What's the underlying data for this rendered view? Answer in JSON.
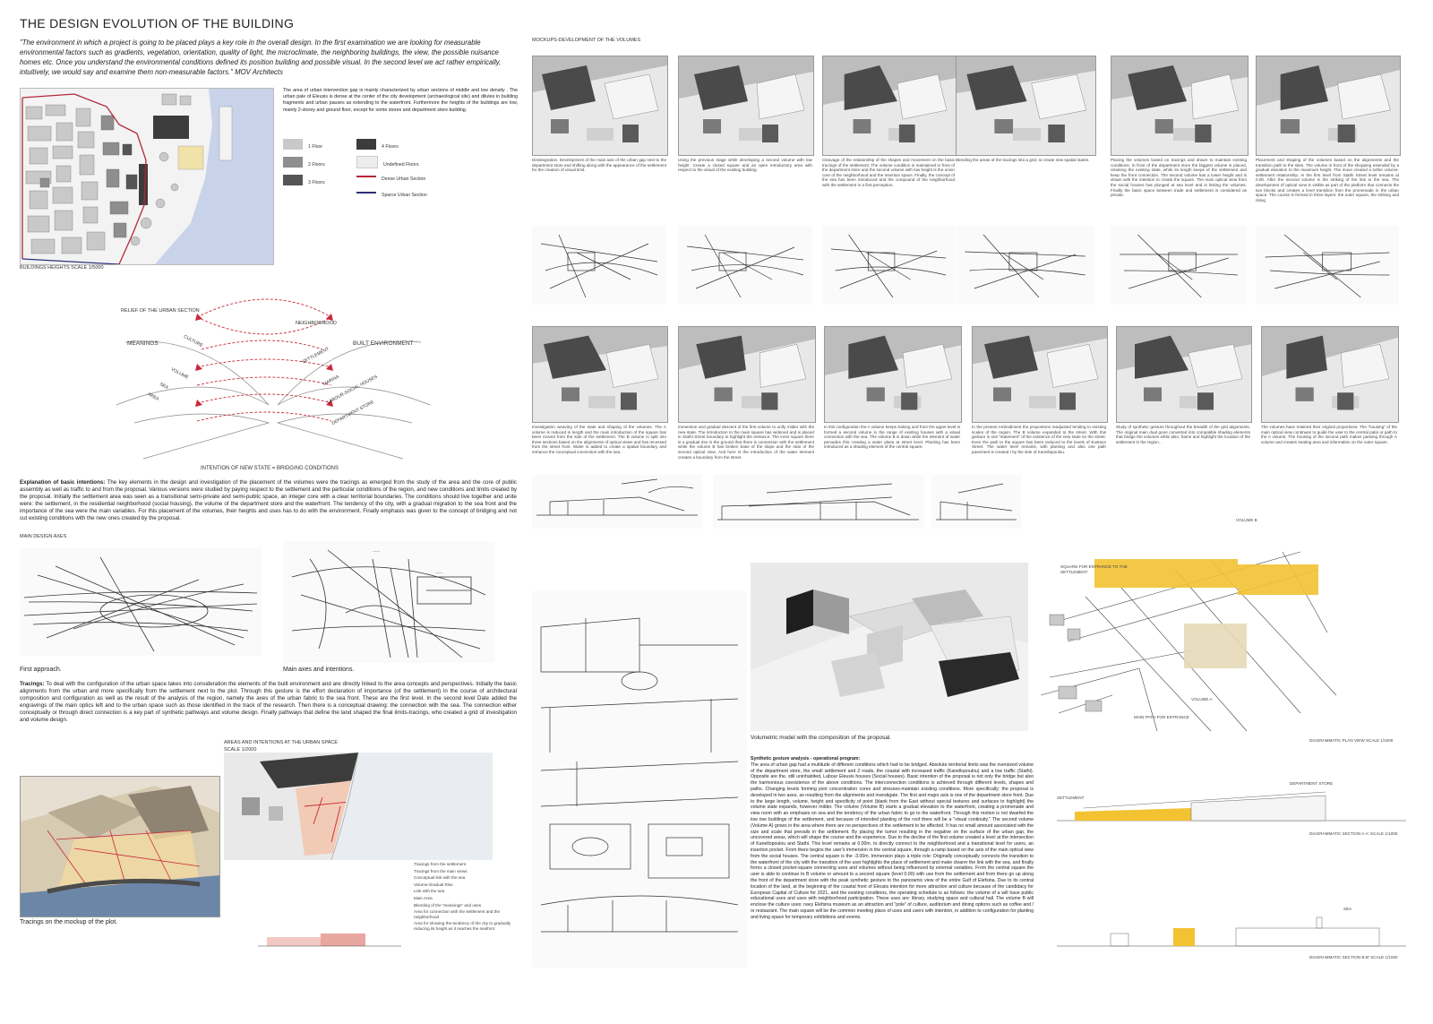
{
  "page": {
    "title": "THE DESIGN EVOLUTION OF THE BUILDING",
    "quote": "\"The environment in which  a project is going to be placed plays a key role in the overall design. In the first examination we are looking for measurable environmental factors such as gradients, vegetation, orientation, quality of light, the microclimate, the neighboring buildings, the view, the possible nuisance homes etc. Once you understand the environmental conditions defined its position building and possible visual. In the second level we act rather empirically, intuitively, we would say and examine them non-measurable factors.\" MOV Architects"
  },
  "heights": {
    "intro": "The area of urban intervention gap is mainly characterized by urban sections of middle and low density . The urban pale of Eleusis is dense at the center of the city development (archaeological site) and dilutes in building fragments and urban pauses as extending to the waterfront. Furthermore the heights of the buildings are low, mainly 2-storey and ground floor, except for some stores and department store building.",
    "legend": [
      {
        "label": "1 Floor",
        "color": "#c9c9c9"
      },
      {
        "label": "4 Floors",
        "color": "#3c3c3c"
      },
      {
        "label": "2 Floors",
        "color": "#8e8e8e"
      },
      {
        "label": "Undefined Floors",
        "color": "#ececec"
      },
      {
        "label": "3 Floors",
        "color": "#555555"
      },
      {
        "label": "Dense Urban Section",
        "color": "#b5283a"
      },
      {
        "label": "Sparce Urban Section",
        "color": "#2f2f7a"
      }
    ],
    "caption": "BUILDINGS HEIGHTS SCALE 1/5000"
  },
  "diagram": {
    "left_top": "RELIEF OF THE URBAN SECTION",
    "right_top": "NEIGHBORHOOD",
    "left_mid": "MEANINGS",
    "right_mid": "BUILT ENVIRONMENT",
    "left_items": [
      "CULTURE",
      "VOLUME",
      "SEA",
      "AREA"
    ],
    "right_items": [
      "SETTLEMENT",
      "MARINA",
      "LABOUR-SOCIAL HOUSES",
      "DEPARTMENT STORE"
    ],
    "bottom": "INTENTION OF NEW STATE = BRIDGING CONDITIONS"
  },
  "explanation": {
    "heading": "Explanation of basic intentions:",
    "text": " The key elements in the design and investigation of the placement of the volumes were the tracings as emerged from the study of the area and the core of public assembly as well as traffic to and from the proposal.  Various versions were studied by paying respect to the settlement and the particular conditions of the region, and new conditions and limits created by the proposal. Initially the settlement area was seen as a transitional semi-private and semi-public space, an integer core with a clear territorial boundaries. The conditions should live together and unite were: the settlement, in the residential neighborhood (social housing), the volume of the department store and the waterfront. The tendency of the city, with a gradual migration to the sea front and the importance of the sea were the main variables. For this placement of the volumes, their heights and uses has to do with the environment. Finally emphasis was given to the concept of bridging and not cut existing conditions with the new ones created by the proposal."
  },
  "axes": {
    "heading": "MAIN DESIGN AXES",
    "first": "First approach.",
    "second": "Main axes and intentions."
  },
  "tracings": {
    "heading": "Tracings:",
    "text": " To deal with the configuration of the urban space takes into consideration the elements of the built environment and are directly linked to the area concepts and perspectives. Initially the basic alignments from the urban and more specifically from the settlement next to the plot. Through this gesture is the effort declaration of importance (of the settlement) in the course of architectural composition and configuration as well as the result of the analysis of the region, namely the axes of the urban fabric to the sea front. These are the first level. In the second level Date added the engravings of the main optics left and to the urban space such as those identified in the track of the research. Then there is a conceptual drawing: the connection with the sea. The connection either conceptually or through direct connection is a key part of synthetic pathways and volume design. Finally pathways that define the land shaped the final limits-tracings, who created a grid of investigation and volume design."
  },
  "urban": {
    "heading": "AREAS AND INTENTIONS AT THE URBAN SPACE",
    "scale": "SCALE 1/2000",
    "mockup_caption": "Tracings on the mockup of the plot.",
    "legend": [
      "Tracings from the settlement",
      "Tracings from the main views",
      "Conceptual link with the sea",
      "Volume-Gradual Rise",
      "Link with the sea",
      "Main Area",
      "Blending of the \"meanings\" and uses",
      "Area for connection with the settlement and the neighborhood",
      "Area for showing the tendency of the city to gradually reducing its height as it reaches the seafront"
    ]
  },
  "mockups": {
    "heading": "MOCKUPS-DEVELOPMENT OF THE VOLUMES",
    "row1": [
      "Disintegration. Development of the main axis of the urban gap next to the department store and shifting along with the appearance of the settlement for the creation of visual limit.",
      "Using the previous stage while developing a second volume with low height. Create a closed square and an open introductory area with respect to the visual of the existing building.",
      "Cleavage of the relationship of the shapes and movement on the basic tracings of the settlement. The volume condition is maintained in front of the department store and the second volume with low height is the union core of the neighborhood and the insertion space. Finally, the concept of the sea has been introduced and the compound of the neighborhood with the settlement in a first perception.",
      "Blending the areas of the tracings into a grid, to create new spatial states.",
      "Placing the volumes based on tracings and drawn to maintain existing conditions. In front of the department store the biggest volume is placed, retaining the existing state, while its length keeps of the settlement and keep the front connection. The second volume has a lower height and is drawn with the intention to create the square. The main optical view from the social houses has plunged at sea level and is linking the volumes. Finally the basic space between trade and settlement is considered as private.",
      "Placement and shaping of the volumes based on the alignments and the transition path to the sites. The volume in front of the shopping extended by a gradual elevation to the maximum height. The move created a softer volume-settlement relationship. In the first level from Stathi Street level remains at 0.00. After the second volume is the striking of the link to the sea. The development of optical view is visible as part of the platform that connects the two blocks and creates a level transition from the promenade in the urban space. The course is formed in three layers: the outer square, the striking and rising"
    ],
    "row2": [
      "Investigation weaving of the state and shaping of the volumes. The A volume is reduced in length and the main introduction of the square has been moved from the side of the settlement. The B volume is split into three sections based on the alignments of optical views and has recessed from the street front.  Water is added to create a spatial boundary and enhance the conceptual connection with the sea.",
      "Immersion and gradual descent of the first volume to unify milder with the new state. The introduction to the main square has widened and is placed in Stathi Street boundary to highlight the entrance. The inner square there is a gradual rise in the ground that there is connection with the settlement while the volume B has broken base of the slope and the ratio of the second optical view. And here is the introduction of the water element creates a boundary from the street.",
      "In this configuration the A volume keeps sinking and from the upper level is formed a second volume in the range of existing houses with a visual connection with the sea. The volume B is down while the element of water pervades this creating a water plaza at street level. Planting has been introduced as a shading element of the central square.",
      "In the present embodiment the proportions readjusted tending to existing scales of the region. The B volume expanded to the street. With this gesture is one \"statement\" of the existence of the new state on the street. Even the path to the square has been reduced to the levels of Eustace Street. The water level remains, with planting and also one path pavement is created t by the side of Kanellopoulou.",
      "Study of synthetic gesture throughout the breadth of the grid alignments. The original main dual gone converted into compatible shading elements that bridge the volumes while also, frame and highlight the location of the settlement in the region. .",
      "The volumes have retained their original proportions. The \"housing\" of the main optical view continues to guide the user to the central patio or path to the A volume. The housing of the second path makes passing through A volume and creates seating area and information on the outer square."
    ]
  },
  "model": {
    "caption": "Volumetric model with the composition of the proposal."
  },
  "plan": {
    "scale": "DIAGRAMMATIC PLAN VIEW SCALE 1/1000",
    "labels": [
      "VOLUME A",
      "VOLUME B",
      "MAIN PATH FOR ENTRANCE",
      "SQUARE FOR ENTRANCE TO THE SETTLEMENT"
    ]
  },
  "sections": {
    "aa": "DIAGRAMMATIC SECTION A-A' SCALE 1/1000",
    "bb": "DIAGRAMMATIC SECTION B-B' SCALE 1/1000",
    "settlement": "SETTLEMENT",
    "dept": "DEPARTMENT STORE",
    "sea": "SEA"
  },
  "synthetic": {
    "heading": "Synthetic gesture analysis - operational program:",
    "text": "The area of urban gap had a multitude of different conditions which had to be bridged. Absolute territorial limits was the oversized volume of the department store, the small settlement and 2 roads, the coastal with increased traffic (Kanellopoulou) and a low traffic (Stathi). Opposite are the, still uninhabited, Labour Eleusis houses (Social houses). Basic intention of the proposal is not only the bridge but also the harmonious coexistence of the above conditions. The interconnection conditions is achieved through different levels, shapes and paths. Changing levels forming joint concentration cores and stresses-maintain existing conditions. More specifically: the proposal is developed in two axes, as resulting from the alignments and investigate. The first and major axis is one of the department store front. Due to the large length, volume, height and specificity of point (blank from the East without special textures and surfaces to highlight) the volume state expands, however milder. The volume (Volume B) starts a gradual elevation to the waterfront, creating a promenade and view room with an emphasis on sea and the tendency of the urban fabric to go to the waterfront. Through this motion is not dwarfed the low rise buildings of the settlement, and because of intended planting of the roof there will be a \"visual continuity.\" The second volume (Volume A) grows in the area where there are no perspectives of the settlement to be affected. It has no small amount associated with the size and scale that prevails in the settlement. By placing the tumor resulting in the negative on the surface of the urban gap, the uncovered areas, which will shape the course and the experience. Due to the decline of the first volume created a level at the intersection of Kanellopoulou and Stathi. This level remains at 0.00m. to directly connect to the neighborhood and a transitional level for users, an insertion pocket. From there begins the user's immersion in the central square, through a ramp based on the axis of the main optical view from the social houses. The central square is the -3.00m. Immersion plays a triple role: Originally conceptually connects the transition to the waterfront of the city with the transition of the user highlights the place of settlement and make clearer the link with the sea, and finally forms a closed pocket-square connecting uses and volumes without being influenced by external variables. From the central square the user is able to continue to B volume or amount to a second square (level 0.00) with use from the settlement and from there go up along the front of the department store with the peak synthetic gesture to the panoramic view of the entire Gulf of Elefsina. Due to its central location of the land, at the beginning of the coastal front of Eleusis intention for more attraction and culture because of the candidacy for European Capital of Culture for 2021, and the existing conditions, the operating schedule is as follows: the volume of a will have public educational uses and uses with neighborhood participation. These uses are: library, studying space and cultural hall. The volume B will enclose the culture uses: navy Elefsina museum as an attraction and \"pole\" of culture, auditorium and dining options such as coffee and / or restaurant. The main square will be the common meeting place of uses and users with intention, in addition to configuration for planting and living space for temporary exhibitions and events."
  },
  "colors": {
    "accent_red": "#c8283a",
    "accent_yellow": "#f2c232",
    "navy": "#2f2f7a"
  }
}
